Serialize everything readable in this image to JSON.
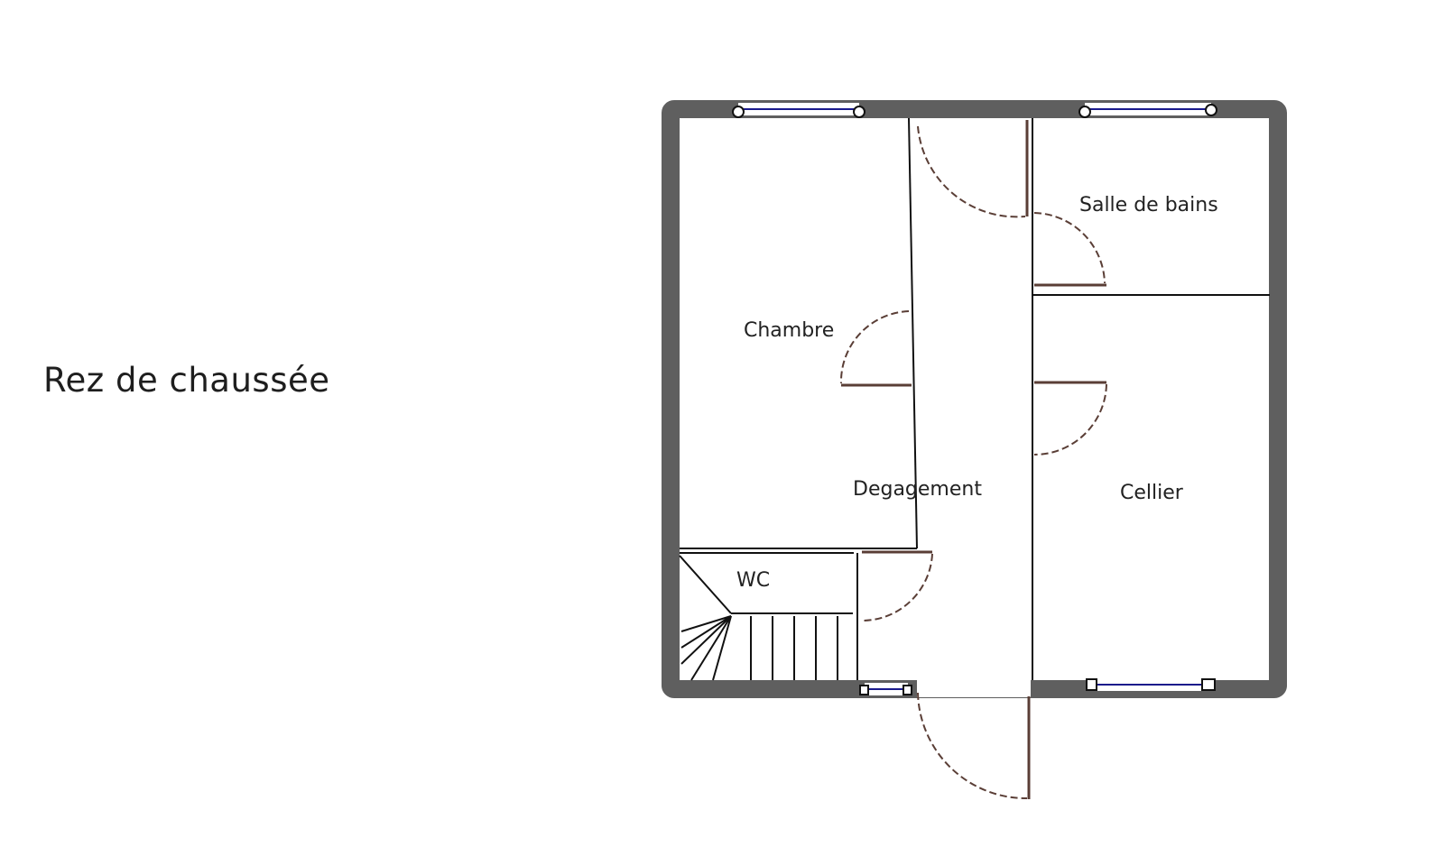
{
  "floor": {
    "title": "Rez de chaussée"
  },
  "rooms": {
    "chambre": "Chambre",
    "salle_de_bains": "Salle de bains",
    "degagement": "Degagement",
    "cellier": "Cellier",
    "wc": "WC"
  },
  "colors": {
    "exterior_wall": "#5f5f5f",
    "interior_wall": "#111111",
    "door": "#5a3e36",
    "window_glass": "#1a1a8c"
  }
}
